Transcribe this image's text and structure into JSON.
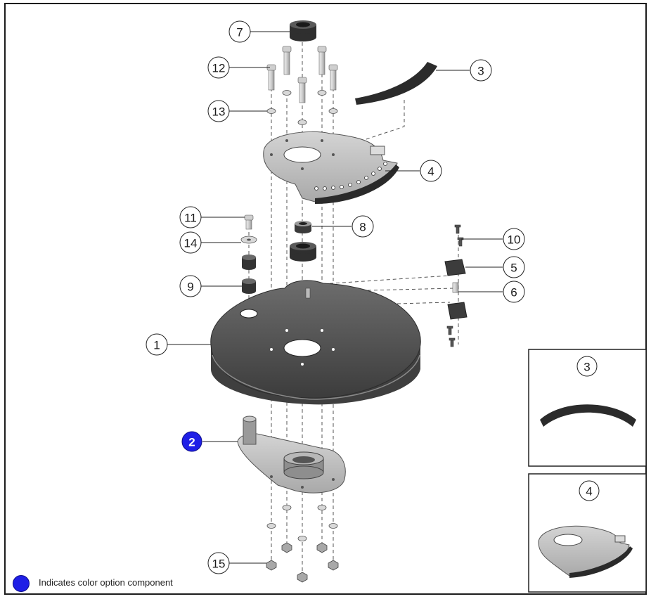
{
  "callouts": {
    "c1": "1",
    "c2": "2",
    "c3": "3",
    "c4": "4",
    "c5": "5",
    "c6": "6",
    "c7": "7",
    "c8": "8",
    "c9": "9",
    "c10": "10",
    "c11": "11",
    "c12": "12",
    "c13": "13",
    "c14": "14",
    "c15": "15"
  },
  "insets": {
    "inset3": {
      "label": "3",
      "scale": [
        "1",
        "2",
        "3",
        "4",
        "5",
        "6",
        "7",
        "8",
        "9",
        "10"
      ]
    },
    "inset4": {
      "label": "4"
    }
  },
  "legend": {
    "text": "Indicates color option component",
    "color": "#1f1fe6"
  },
  "colors": {
    "part_dark": "#5f5f5f",
    "part_light": "#bdbdbd",
    "color_option": "#1f1fe6"
  }
}
